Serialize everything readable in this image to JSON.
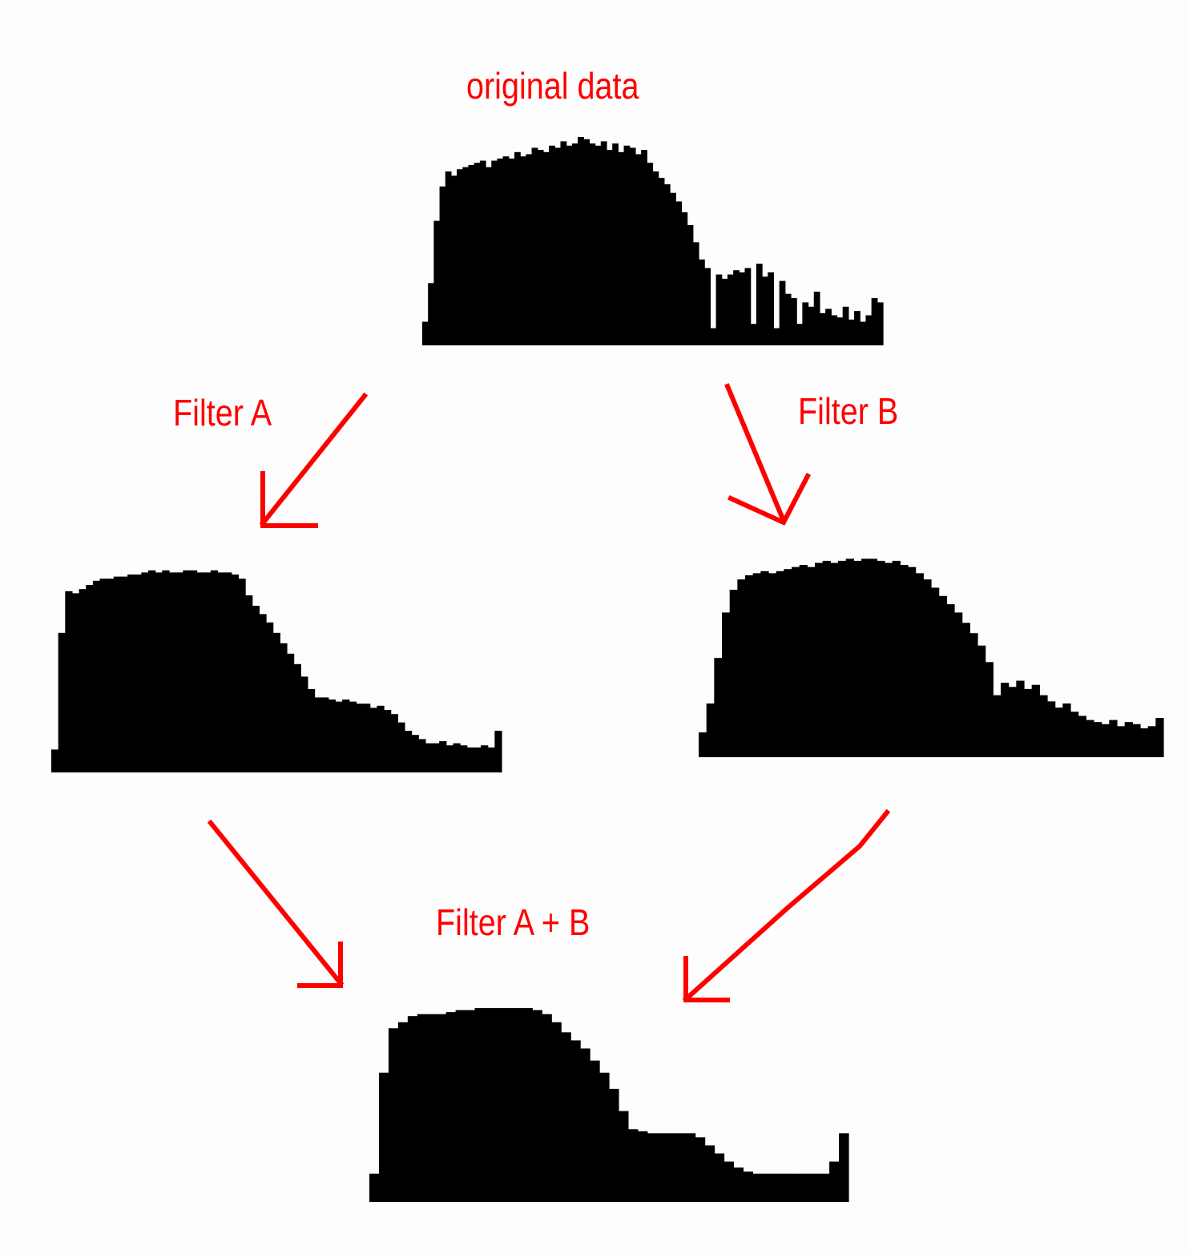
{
  "colors": {
    "annotation": "#ff0000",
    "histogram": "#000000",
    "background": "#fdfdfd"
  },
  "labels": {
    "original": "original data",
    "filter_a": "Filter A",
    "filter_b": "Filter B",
    "filter_ab": "Filter A + B"
  },
  "histograms": {
    "original": [
      0.11,
      0.29,
      0.58,
      0.74,
      0.81,
      0.79,
      0.82,
      0.83,
      0.84,
      0.85,
      0.86,
      0.83,
      0.86,
      0.87,
      0.88,
      0.87,
      0.9,
      0.88,
      0.89,
      0.92,
      0.91,
      0.9,
      0.93,
      0.92,
      0.95,
      0.93,
      0.94,
      0.97,
      0.96,
      0.94,
      0.93,
      0.95,
      0.91,
      0.94,
      0.9,
      0.93,
      0.92,
      0.89,
      0.91,
      0.85,
      0.81,
      0.78,
      0.75,
      0.71,
      0.67,
      0.62,
      0.56,
      0.48,
      0.4,
      0.36,
      0.08,
      0.33,
      0.31,
      0.33,
      0.35,
      0.34,
      0.36,
      0.1,
      0.38,
      0.32,
      0.34,
      0.08,
      0.3,
      0.24,
      0.22,
      0.1,
      0.2,
      0.18,
      0.25,
      0.15,
      0.17,
      0.14,
      0.13,
      0.18,
      0.12,
      0.16,
      0.11,
      0.14,
      0.22,
      0.2
    ],
    "filter_a": [
      0.11,
      0.67,
      0.87,
      0.86,
      0.88,
      0.9,
      0.92,
      0.93,
      0.93,
      0.94,
      0.94,
      0.95,
      0.95,
      0.96,
      0.97,
      0.96,
      0.97,
      0.96,
      0.96,
      0.97,
      0.97,
      0.96,
      0.96,
      0.97,
      0.96,
      0.96,
      0.95,
      0.93,
      0.85,
      0.8,
      0.76,
      0.72,
      0.67,
      0.62,
      0.57,
      0.52,
      0.46,
      0.4,
      0.36,
      0.36,
      0.35,
      0.34,
      0.35,
      0.34,
      0.33,
      0.33,
      0.31,
      0.32,
      0.3,
      0.28,
      0.24,
      0.2,
      0.18,
      0.16,
      0.14,
      0.14,
      0.15,
      0.13,
      0.14,
      0.13,
      0.12,
      0.12,
      0.13,
      0.12,
      0.2
    ],
    "filter_b": [
      0.12,
      0.26,
      0.48,
      0.7,
      0.81,
      0.86,
      0.88,
      0.89,
      0.9,
      0.89,
      0.9,
      0.91,
      0.92,
      0.93,
      0.92,
      0.94,
      0.95,
      0.94,
      0.95,
      0.96,
      0.95,
      0.96,
      0.96,
      0.95,
      0.94,
      0.95,
      0.93,
      0.92,
      0.89,
      0.86,
      0.82,
      0.78,
      0.74,
      0.7,
      0.65,
      0.6,
      0.54,
      0.46,
      0.3,
      0.36,
      0.34,
      0.37,
      0.33,
      0.35,
      0.3,
      0.27,
      0.24,
      0.26,
      0.22,
      0.2,
      0.18,
      0.17,
      0.16,
      0.18,
      0.15,
      0.17,
      0.16,
      0.14,
      0.15,
      0.19
    ],
    "filter_ab": [
      0.14,
      0.64,
      0.86,
      0.89,
      0.92,
      0.93,
      0.93,
      0.93,
      0.94,
      0.95,
      0.95,
      0.96,
      0.96,
      0.96,
      0.96,
      0.96,
      0.96,
      0.95,
      0.93,
      0.89,
      0.84,
      0.8,
      0.76,
      0.7,
      0.64,
      0.56,
      0.45,
      0.36,
      0.35,
      0.34,
      0.34,
      0.34,
      0.34,
      0.34,
      0.32,
      0.28,
      0.24,
      0.2,
      0.17,
      0.15,
      0.14,
      0.14,
      0.14,
      0.14,
      0.14,
      0.14,
      0.14,
      0.14,
      0.2,
      0.34
    ]
  }
}
